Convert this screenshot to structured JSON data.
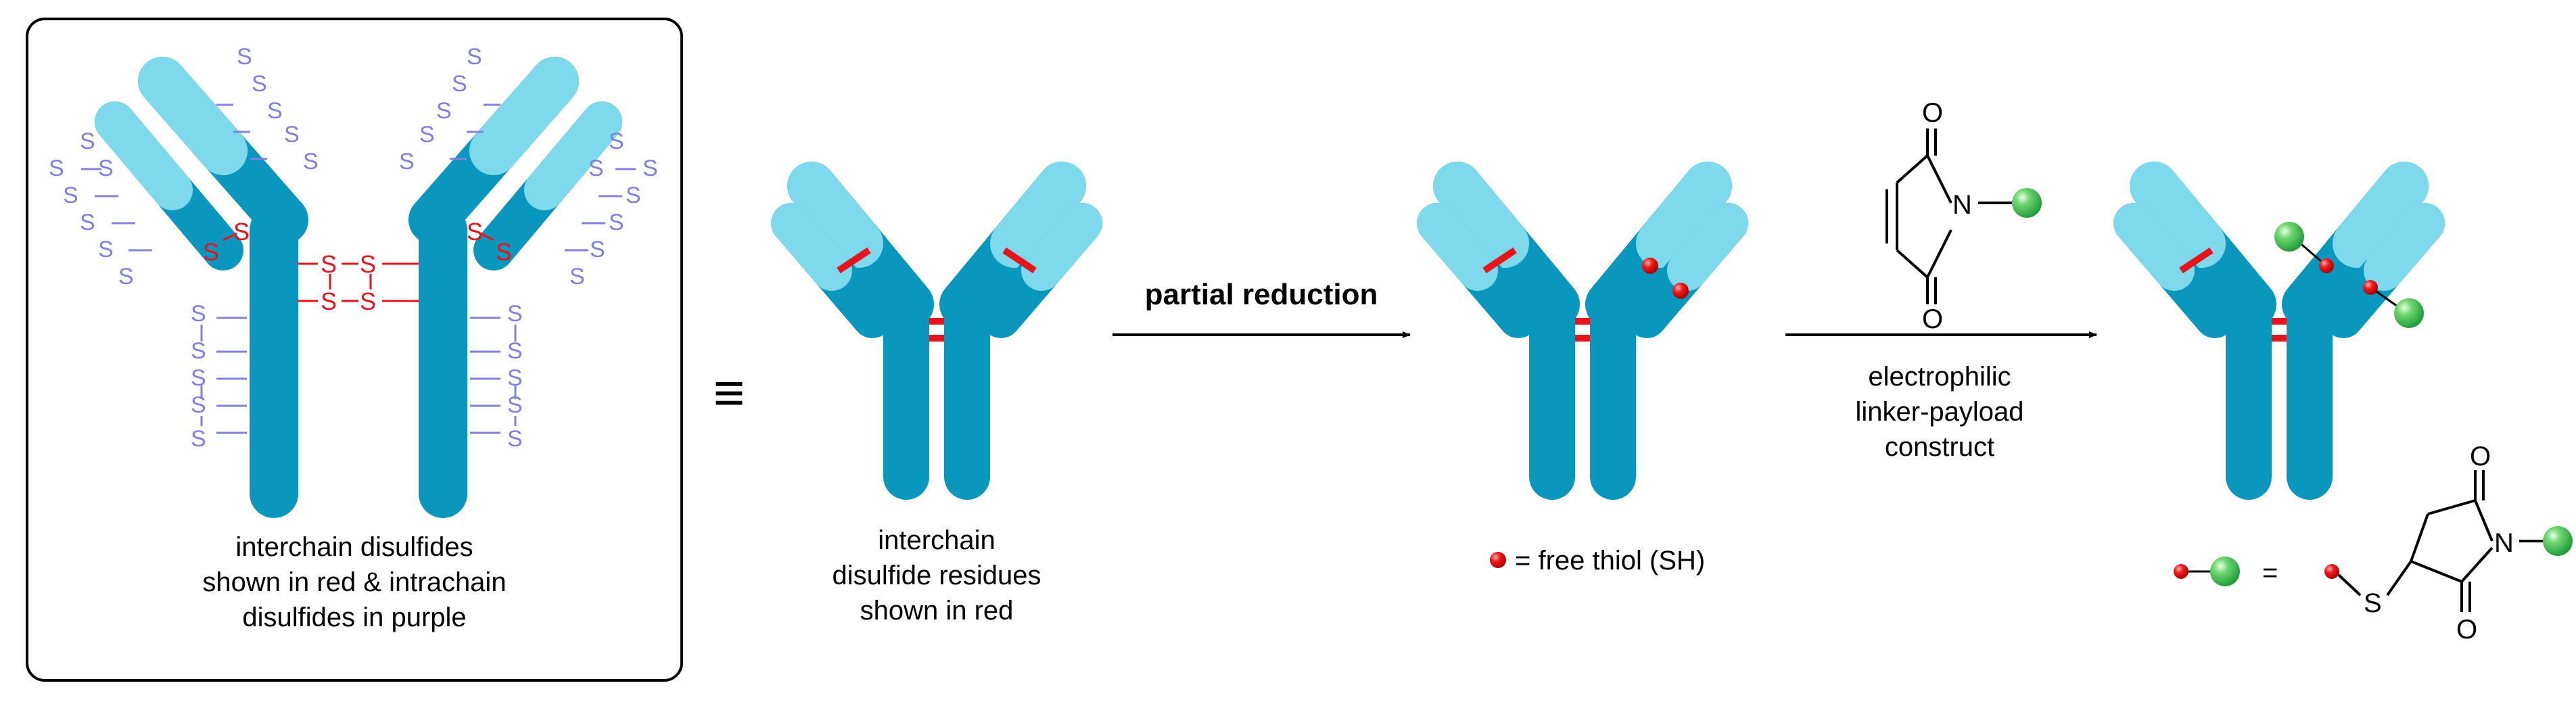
{
  "colors": {
    "antibody_dark": "#0a97bd",
    "antibody_light": "#7fd9ec",
    "interchain": "#e8141c",
    "intrachain": "#8080e0",
    "payload_green": "#26b045",
    "thiol_red": "#e3000f"
  },
  "panel1": {
    "sulfur_symbol": "S",
    "caption": [
      "interchain disulfides",
      "shown in red & intrachain",
      "disulfides in purple"
    ]
  },
  "equiv_symbol": "≡",
  "panel2": {
    "caption": [
      "interchain",
      "disulfide residues",
      "shown in red"
    ]
  },
  "arrow1": {
    "label": "partial reduction"
  },
  "panel3": {
    "legend": "= free thiol (SH)"
  },
  "maleimide": {
    "o_top": "O",
    "o_bottom": "O",
    "n": "N"
  },
  "arrow2": {
    "label": [
      "electrophilic",
      "linker-payload",
      "construct"
    ]
  },
  "panel4": {
    "legend_equals": "=",
    "s_atom": "S",
    "o_top": "O",
    "o_bottom": "O",
    "n": "N"
  }
}
